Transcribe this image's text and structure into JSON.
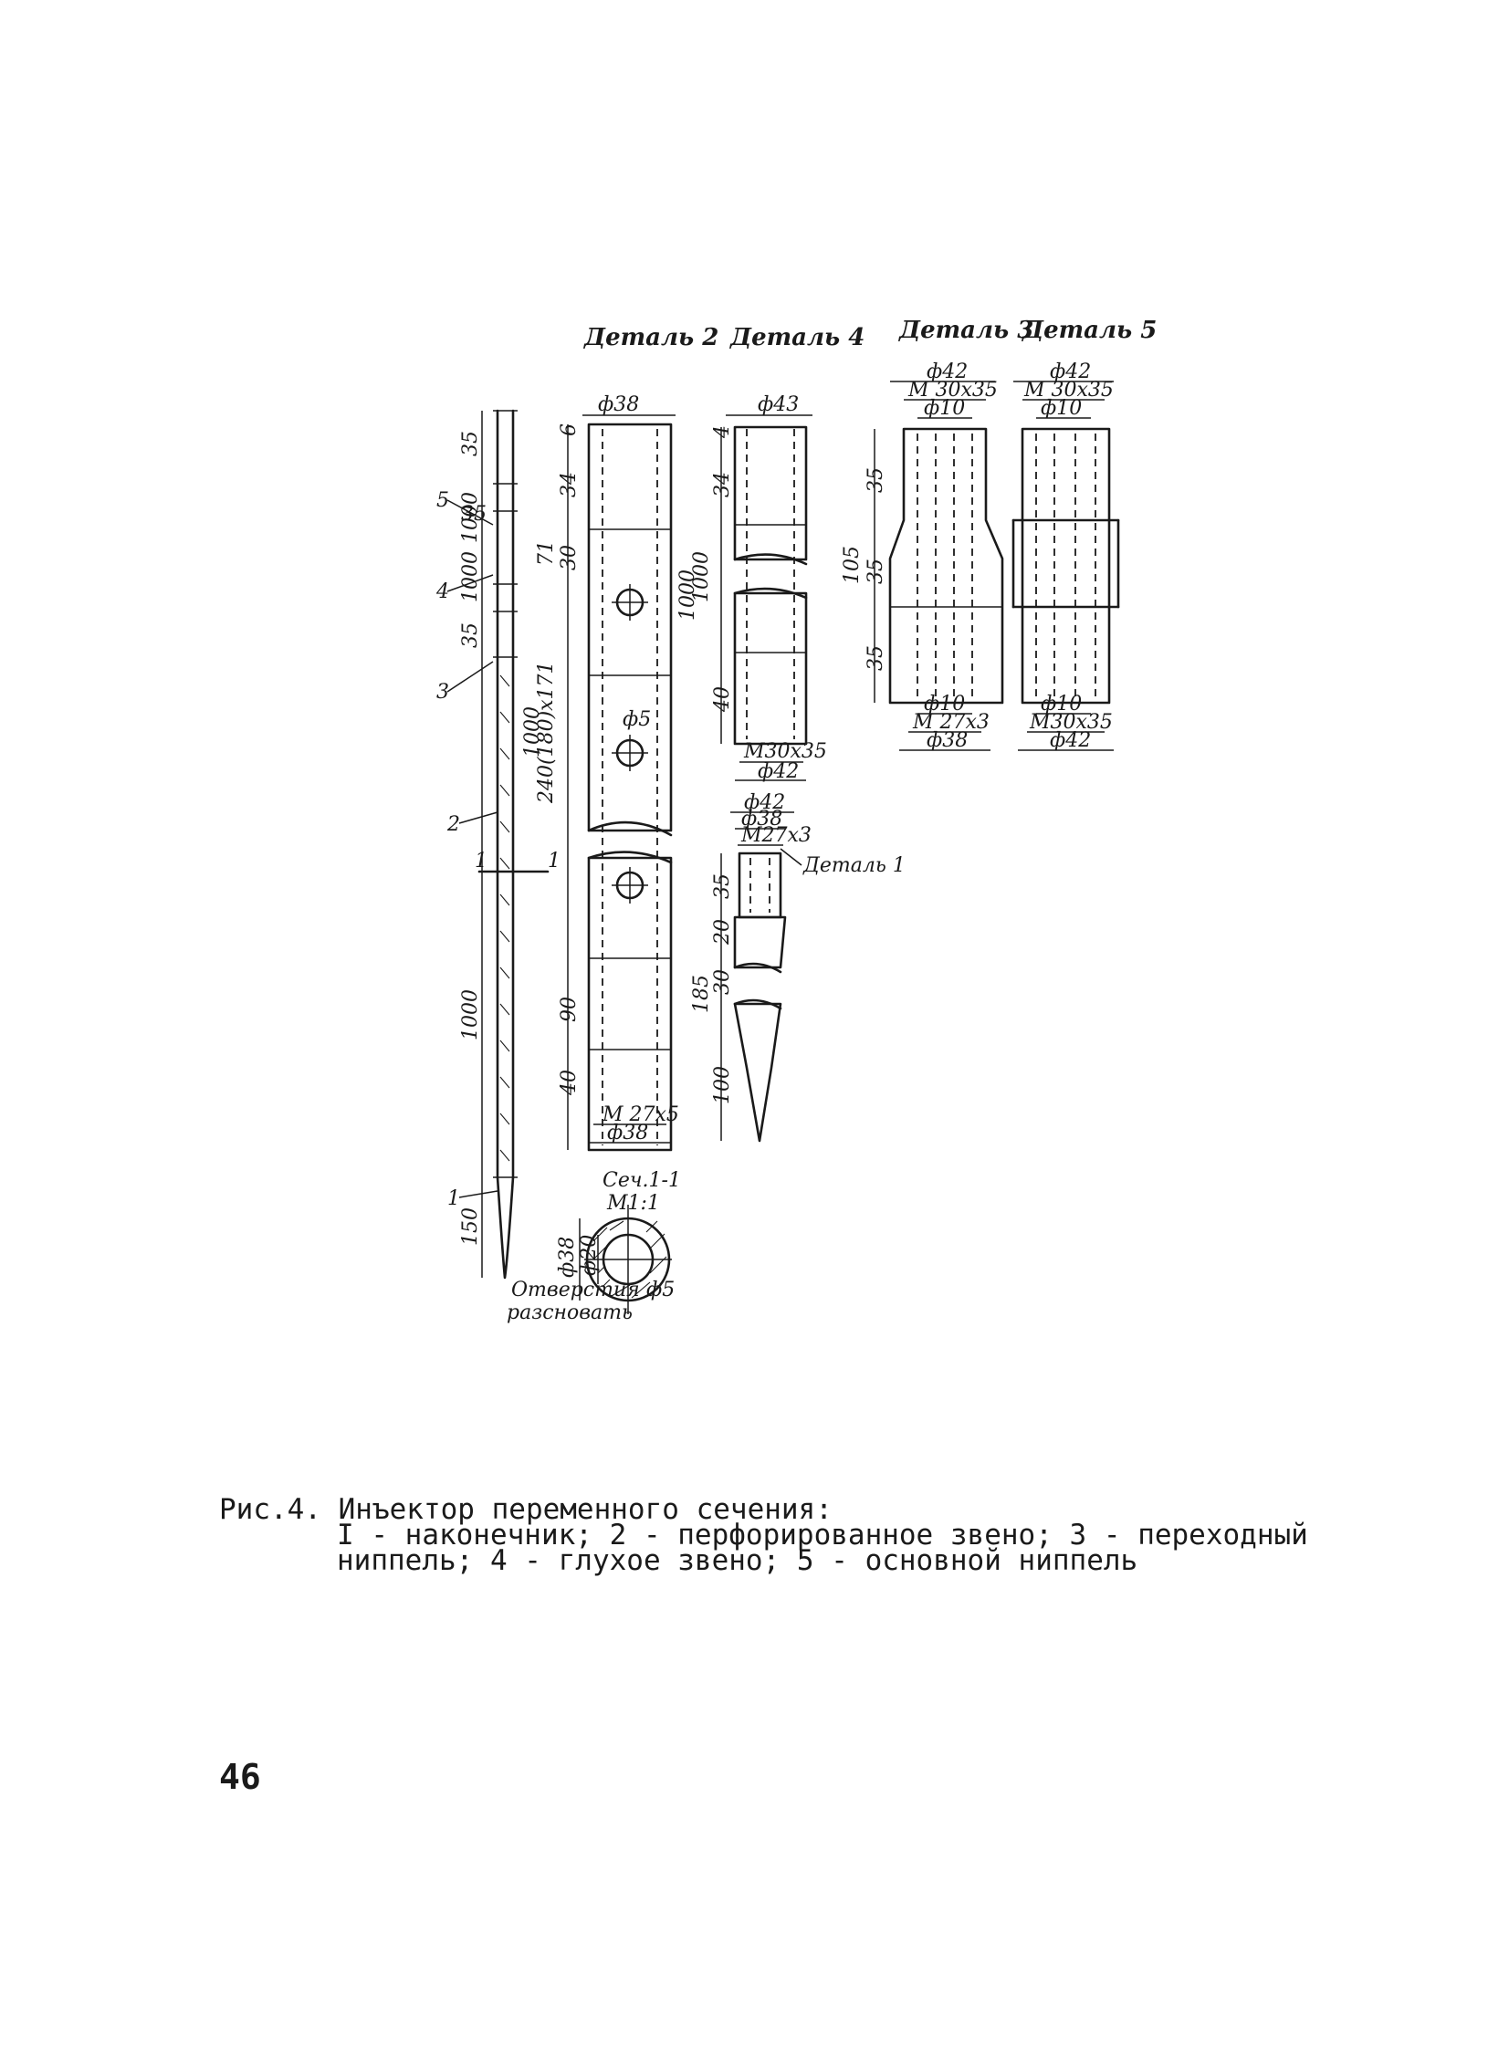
{
  "figure": {
    "details": {
      "detail_2": "Деталь 2",
      "detail_4": "Деталь 4",
      "detail_3": "Деталь 3",
      "detail_5": "Деталь 5",
      "detail_1": "Деталь 1"
    },
    "assembly_dims": {
      "d35_top": "35",
      "d1000_5": "1000",
      "d35_mid": "35",
      "d1000_4": "1000",
      "d35_low": "35",
      "d1000_main": "1000",
      "d1000_lower": "1000",
      "d150": "150",
      "part_5": "5",
      "part_4": "4",
      "part_3": "3",
      "part_2": "2",
      "part_1": "1",
      "section_mark_left": "1",
      "section_mark_right": "1"
    },
    "detail_2_dims": {
      "dia": "ф38",
      "d6": "6",
      "d34": "34",
      "d30": "30",
      "d71": "71",
      "holes": "240(180)x171",
      "d1000": "1000",
      "hole_dia": "ф5",
      "d90": "90",
      "d40": "40",
      "thread": "M 27x5",
      "dia_bottom": "ф38"
    },
    "detail_4_dims": {
      "dia": "ф43",
      "d4": "4",
      "d34": "34",
      "d1000": "1000",
      "d40": "40",
      "thread": "M30x35",
      "dia_bottom": "ф42"
    },
    "detail_3_dims": {
      "dia_top": "ф42",
      "thread_top": "M 30x35",
      "bore_top": "ф10",
      "d35_a": "35",
      "d105": "105",
      "d35_b": "35",
      "d35_c": "35",
      "bore_bottom": "ф10",
      "thread_bottom": "M 27x3",
      "dia_bottom": "ф38"
    },
    "detail_5_dims": {
      "dia_top": "ф42",
      "thread_top": "M 30x35",
      "bore_top": "ф10",
      "bore_bottom": "ф10",
      "thread_bottom": "M30x35",
      "dia_bottom": "ф42"
    },
    "detail_1_dims": {
      "dia_outer": "ф42",
      "dia_inner": "ф38",
      "thread": "M27x3",
      "d35": "35",
      "d20": "20",
      "d30": "30",
      "d185": "185",
      "d100": "100"
    },
    "section": {
      "title_1": "Сеч.1-1",
      "title_2": "M1:1",
      "dia_outer": "ф38",
      "dia_inner": "ф20",
      "hole_dia": "ф5",
      "note_1": "Отверстия",
      "note_2": "разсновать"
    }
  },
  "caption": {
    "line1": "Рис.4. Инъектор переменного сечения:",
    "line2": "I - наконечник; 2 - перфорированное звено; 3 - переходный",
    "line3": "ниппель; 4 - глухое звено; 5 - основной ниппель"
  },
  "page_number": "46"
}
